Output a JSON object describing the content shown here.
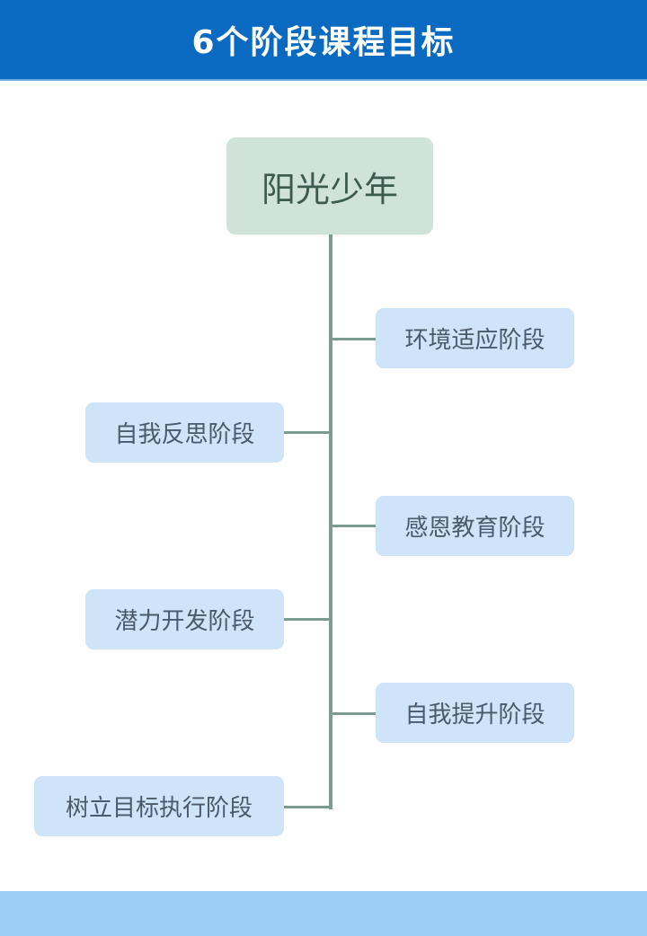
{
  "header": {
    "title": "6个阶段课程目标",
    "background_color": "#0a6ac2"
  },
  "diagram": {
    "root": "阳光少年",
    "root_color": "#cfe3da",
    "stage_color": "#cfe4f8",
    "connector_color": "#7a9d8f",
    "stages": [
      {
        "label": "环境适应阶段",
        "side": "right"
      },
      {
        "label": "自我反思阶段",
        "side": "left"
      },
      {
        "label": "感恩教育阶段",
        "side": "right"
      },
      {
        "label": "潜力开发阶段",
        "side": "left"
      },
      {
        "label": "自我提升阶段",
        "side": "right"
      },
      {
        "label": "树立目标执行阶段",
        "side": "left"
      }
    ]
  },
  "footer": {
    "band_color": "#9bcdf5"
  }
}
